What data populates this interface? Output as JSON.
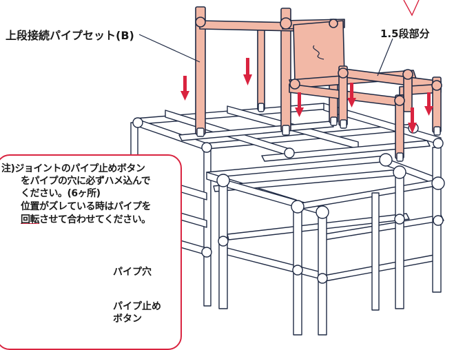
{
  "labels": {
    "upper_pipe_set": "上段接続パイプセット(B)",
    "one_and_half_section": "1.5段部分"
  },
  "note": {
    "line1": "注)ジョイントのパイプ止めボタン",
    "line2": "をパイプの穴に必ずハメ込んで",
    "line3": "ください。(6ヶ所)",
    "line4": "位置がズレている時はパイプを",
    "line5_underlined": "回転",
    "line5_rest": "させて合わせてください。"
  },
  "detail": {
    "pipe_hole_label": "パイプ穴",
    "stop_button_label_1": "パイプ止め",
    "stop_button_label_2": "ボタン"
  },
  "colors": {
    "accent_red": "#d9233f",
    "pipe_fill": "#f2b8a6",
    "outline": "#1f2a44"
  }
}
